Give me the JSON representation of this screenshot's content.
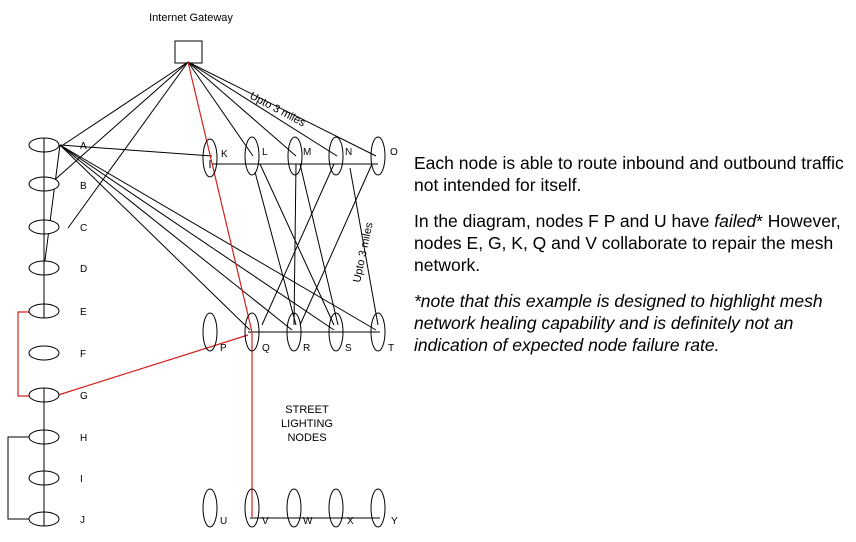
{
  "gateway_label": "Internet Gateway",
  "range_label_1": "Upto 3 miles",
  "range_label_2": "Upto 3 miles",
  "street_label": [
    "STREET",
    "LIGHTING",
    "NODES"
  ],
  "nodes": {
    "A": "A",
    "B": "B",
    "C": "C",
    "D": "D",
    "E": "E",
    "F": "F",
    "G": "G",
    "H": "H",
    "I": "I",
    "J": "J",
    "K": "K",
    "L": "L",
    "M": "M",
    "N": "N",
    "O": "O",
    "P": "P",
    "Q": "Q",
    "R": "R",
    "S": "S",
    "T": "T",
    "U": "U",
    "V": "V",
    "W": "W",
    "X": "X",
    "Y": "Y"
  },
  "colors": {
    "line": "#000000",
    "repair": "#d62020"
  },
  "text": {
    "p1": "Each node is able to route inbound and outbound traffic not intended for itself.",
    "p2_a": "In the diagram, nodes F P and U have ",
    "p2_failed": "failed",
    "p2_b": "* However, nodes E, G, K, Q and V collaborate to repair the mesh network.",
    "p3": "*note that this example is designed to highlight mesh network healing capability and is definitely not an indication of expected node failure rate."
  }
}
